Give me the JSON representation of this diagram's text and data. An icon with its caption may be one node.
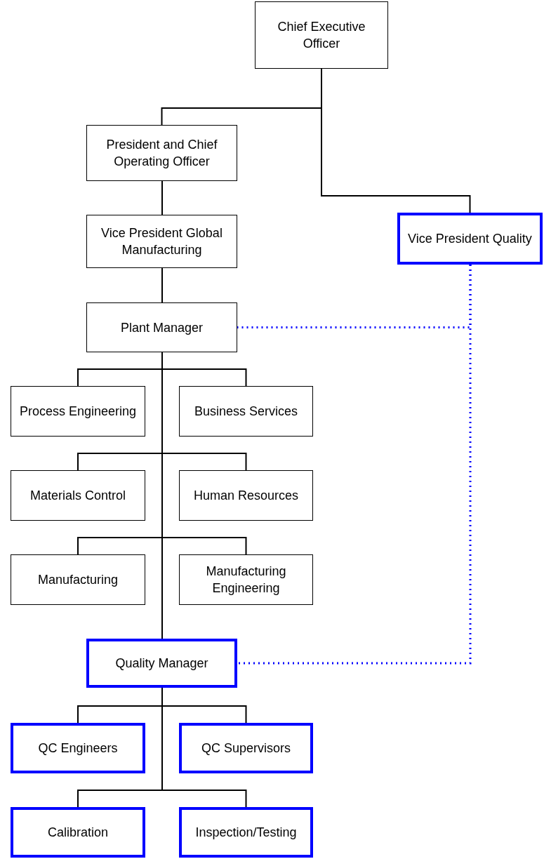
{
  "diagram": {
    "nodes": [
      {
        "text": [
          "Chief Executive Officer"
        ]
      },
      {
        "text": [
          "President and Chief Operating Officer"
        ]
      },
      {
        "text": [
          "Vice President Global Manufacturing"
        ]
      },
      {
        "text": [
          "Vice President Quality"
        ]
      },
      {
        "text": [
          "Plant Manager"
        ]
      },
      {
        "text": [
          "Process Engineering"
        ]
      },
      {
        "text": [
          "Business Services"
        ]
      },
      {
        "text": [
          "Materials Control"
        ]
      },
      {
        "text": [
          "Human Resources"
        ]
      },
      {
        "text": [
          "Manufacturing"
        ]
      },
      {
        "text": [
          "Manufacturing Engineering"
        ]
      },
      {
        "text": [
          "Quality Manager"
        ]
      },
      {
        "text": [
          "QC Engineers"
        ]
      },
      {
        "text": [
          "QC Supervisors"
        ]
      },
      {
        "text": [
          "Calibration"
        ]
      },
      {
        "text": [
          "Inspection/Testing"
        ]
      }
    ],
    "edges": [
      {
        "from": 0,
        "to": 1,
        "arrow": "none"
      },
      {
        "from": 0,
        "to": 3,
        "arrow": "none"
      },
      {
        "from": 1,
        "to": 2,
        "arrow": "none"
      },
      {
        "from": 2,
        "to": 4,
        "arrow": "none"
      },
      {
        "from": 4,
        "to": 5,
        "arrow": "none"
      },
      {
        "from": 4,
        "to": 6,
        "arrow": "none"
      },
      {
        "from": 4,
        "to": 7,
        "arrow": "none"
      },
      {
        "from": 4,
        "to": 8,
        "arrow": "none"
      },
      {
        "from": 4,
        "to": 9,
        "arrow": "none"
      },
      {
        "from": 4,
        "to": 10,
        "arrow": "none"
      },
      {
        "from": 4,
        "to": 11,
        "arrow": "none"
      },
      {
        "from": 3,
        "to": 4,
        "arrow": "none",
        "style": "dashed",
        "color": "#0000ff"
      },
      {
        "from": 3,
        "to": 11,
        "arrow": "none",
        "style": "dashed",
        "color": "#0000ff"
      },
      {
        "from": 11,
        "to": 12,
        "arrow": "none"
      },
      {
        "from": 11,
        "to": 13,
        "arrow": "none"
      },
      {
        "from": 11,
        "to": 14,
        "arrow": "none"
      },
      {
        "from": 11,
        "to": 15,
        "arrow": "none"
      }
    ]
  }
}
